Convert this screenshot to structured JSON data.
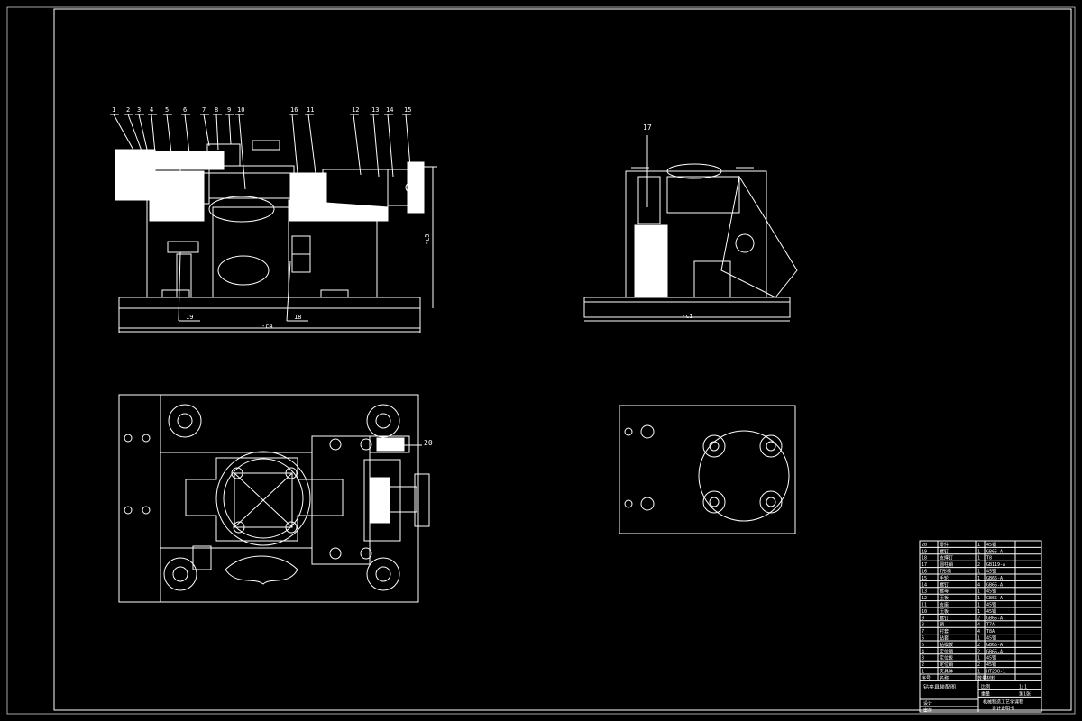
{
  "drawing": {
    "front_view": {
      "callouts": [
        "1",
        "2",
        "3",
        "4",
        "5",
        "6",
        "7",
        "8",
        "9",
        "10",
        "16",
        "11",
        "12",
        "13",
        "14",
        "15"
      ],
      "bottom_callouts": [
        "19",
        "18"
      ],
      "width_dim": "-c4",
      "height_dim": "-c5"
    },
    "side_view": {
      "callout": "17",
      "width_dim": "-c1"
    },
    "top_view": {
      "callout": "20"
    },
    "title_block": {
      "header": [
        "20",
        "零件",
        "1",
        "45钢"
      ],
      "rows": [
        [
          "19",
          "螺钉",
          "1",
          "GB65-A"
        ],
        [
          "18",
          "支撑钉",
          "1",
          "T8"
        ],
        [
          "17",
          "圆柱销",
          "2",
          "GB119-A"
        ],
        [
          "16",
          "T形槽",
          "1",
          "45钢"
        ],
        [
          "15",
          "手轮",
          "1",
          "GB65-A"
        ],
        [
          "14",
          "螺钉",
          "4",
          "GB65-A"
        ],
        [
          "13",
          "螺母",
          "1",
          "45钢"
        ],
        [
          "12",
          "压板",
          "1",
          "GB65-A"
        ],
        [
          "11",
          "支座",
          "1",
          "45钢"
        ],
        [
          "10",
          "压板",
          "1",
          "45钢"
        ],
        [
          "9",
          "螺钉",
          "2",
          "GB65-A"
        ],
        [
          "8",
          "销",
          "4",
          "T7A"
        ],
        [
          "7",
          "衬套",
          "4",
          "T8A"
        ],
        [
          "6",
          "钻套",
          "1",
          "45钢"
        ],
        [
          "5",
          "钻模板",
          "2",
          "GB65-A"
        ],
        [
          "4",
          "定位销",
          "2",
          "GB65-A"
        ],
        [
          "3",
          "定位板",
          "1",
          "45钢"
        ],
        [
          "2",
          "定位销",
          "2",
          "45钢"
        ],
        [
          "1",
          "夹具体",
          "1",
          "HT200-1"
        ]
      ],
      "col_headers": [
        "序号",
        "名称",
        "数量",
        "材料"
      ],
      "drawing_name": "钻夹具装配图",
      "scale_label": "比例",
      "scale_value": "1:1",
      "mass_label": "重量",
      "sheet_label": "第1张",
      "school": "机械制造工艺学课程",
      "school2": "设计说明书",
      "designer": "设计",
      "checker": "审核"
    }
  }
}
